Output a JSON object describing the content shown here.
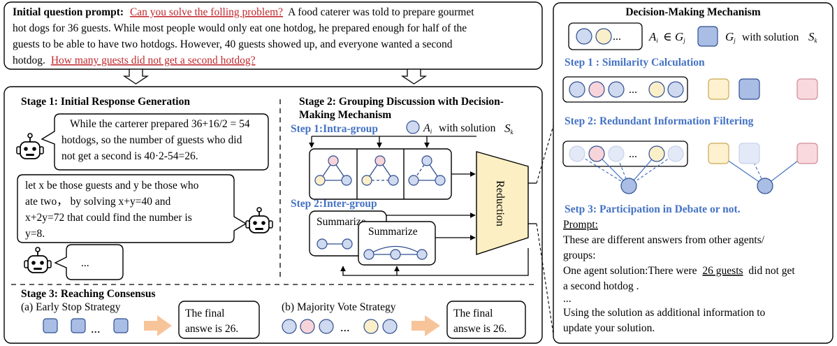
{
  "prompt": {
    "label": "Initial question prompt:",
    "red_intro": "Can you solve the folling problem?",
    "body_line1": "A food caterer was told to prepare gourmet",
    "body_line2": "hot dogs for 36 guests. While most people would only eat one hotdog, he prepared enough for half of the",
    "body_line3": "guests to be able to have two hotdogs. However, 40 guests showed up, and everyone wanted a second",
    "body_line4": "hotdog.",
    "red_question": "How many guests did not get a second hotdog?"
  },
  "stage1": {
    "title": "Stage 1: Initial Response Generation",
    "bubble1": [
      "While the carterer prepared 36+16/2 = 54",
      "hotdogs, so the number of guests who did",
      "not get a second is 40·2-54=26."
    ],
    "bubble2": [
      "let x be those guests and y be those who",
      "ate two， by solving x+y=40 and",
      "x+2y=72 that could find the number is",
      "y=8."
    ],
    "bubble3": "..."
  },
  "stage2": {
    "title_line1": "Stage 2: Grouping Discussion with Decision-",
    "title_line2": "Making Mechanism",
    "step1": "Step 1:Intra-group",
    "legend_agent": "A",
    "legend_agent_sub": "i",
    "legend_with": "with solution",
    "legend_solution": "S",
    "legend_solution_sub": "k",
    "step2": "Step 2:Inter-group",
    "summarize1": "Summarize",
    "summarize2": "Summarize",
    "reduction": "Reduction"
  },
  "stage3": {
    "title": "Stage 3: Reaching Consensus",
    "early_stop": "(a) Early Stop Strategy",
    "majority_vote": "(b) Majority Vote Strategy",
    "dots": "...",
    "final1": [
      "The final",
      "answe is 26."
    ],
    "final2": [
      "The final",
      "answe is 26."
    ]
  },
  "decision": {
    "title": "Decision-Making Mechanism",
    "dots": "...",
    "a_sym": "A",
    "a_sub": "i",
    "in_sym": "∈",
    "g_sym": "G",
    "g_sub": "j",
    "with_solution": "with solution",
    "s_sym": "S",
    "s_sub": "k",
    "step1": "Step 1 : Similarity Calculation",
    "step2": "Step 2: Redundant Information Filtering",
    "step3": "Setp 3: Participation in Debate or not.",
    "prompt_label": "Prompt:",
    "prompt_lines": [
      "These are different answers from other agents/",
      "groups:"
    ],
    "solution_prefix": "One agent solution:There were",
    "solution_underlined": "26 guests",
    "solution_suffix": "did not get",
    "solution_line2": "a second hotdog .",
    "ellipsis": "...",
    "closing": [
      "Using the solution as additional information to",
      "update your solution."
    ]
  },
  "colors": {
    "agent_blue": "#cfd9ef",
    "agent_pink": "#f7d3da",
    "agent_yellow": "#fbefc9",
    "group_blue": "#a9bde5",
    "group_yellow": "#fdf1cf",
    "group_pink": "#f9d9de",
    "reduction_fill": "#fcefc3",
    "arrow_orange": "#f7c49a",
    "step_blue": "#4472c4",
    "prompt_red": "#c0282d"
  }
}
